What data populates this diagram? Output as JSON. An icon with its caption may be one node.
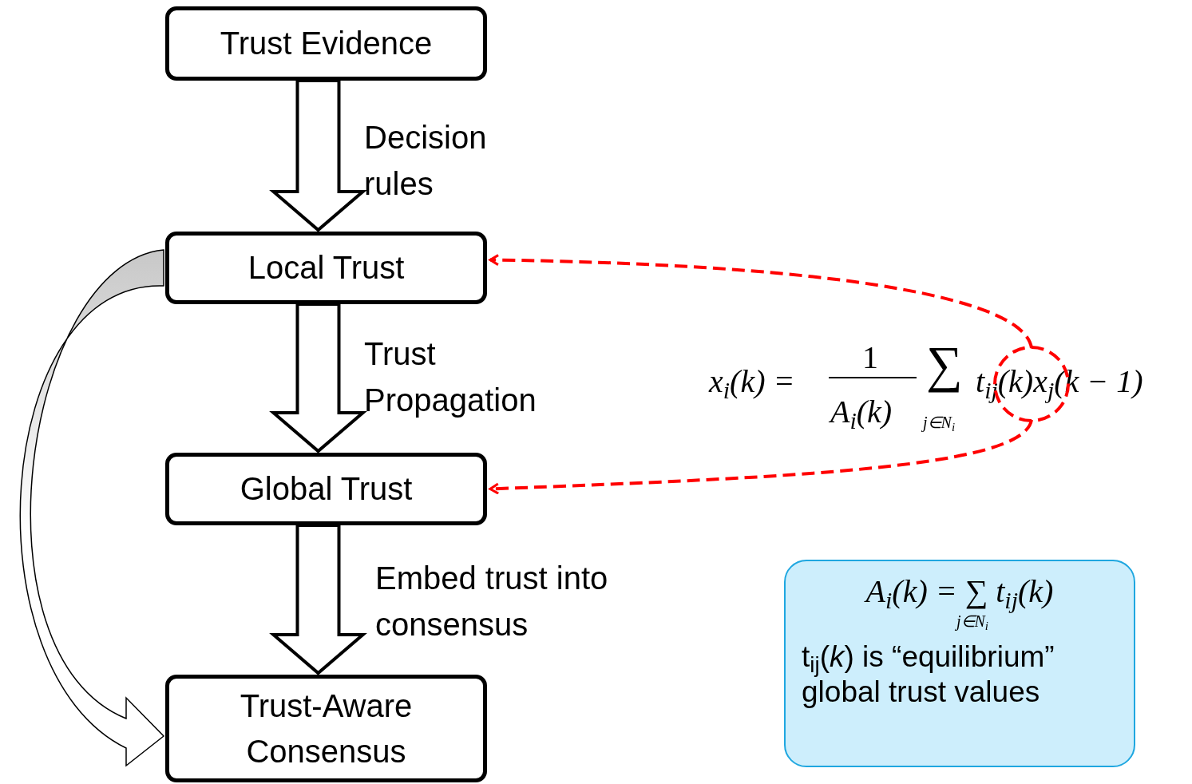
{
  "diagram": {
    "nodes": [
      {
        "text": [
          "Trust Evidence"
        ]
      },
      {
        "text": [
          "Local Trust"
        ]
      },
      {
        "text": [
          "Global Trust"
        ]
      },
      {
        "text": [
          "Trust-Aware Consensus"
        ]
      },
      {
        "text": [],
        "shape": "circle"
      },
      {
        "text": [
          "A$_{i}$(k) = ∑ t$_{ij}$(k)",
          "j∈N$_{i}$",
          "t$_{ij}$(*k*) is “equilibrium” global trust values"
        ]
      }
    ],
    "edges": [
      {
        "from": 0,
        "to": 1,
        "arrow": "to",
        "label": "Decision rules",
        "style": "thick"
      },
      {
        "from": 1,
        "to": 2,
        "arrow": "to",
        "label": "Trust Propagation",
        "style": "thick"
      },
      {
        "from": 2,
        "to": 3,
        "arrow": "to",
        "label": "Embed trust into consensus",
        "style": "thick"
      },
      {
        "from": 1,
        "to": 3,
        "arrow": "to",
        "style": "thick"
      },
      {
        "from": 4,
        "to": 1,
        "arrow": "to",
        "style": "dashed",
        "color": "#ff0000"
      },
      {
        "from": 4,
        "to": 2,
        "arrow": "to",
        "style": "dashed",
        "color": "#ff0000"
      }
    ],
    "labels": [
      "x$_{i}$(k) =",
      "1",
      "A$_{i}$(k)",
      "∑",
      "j∈N$_{i}$",
      "t$_{ij}$(k)x$_{j}$(k − 1)"
    ]
  }
}
